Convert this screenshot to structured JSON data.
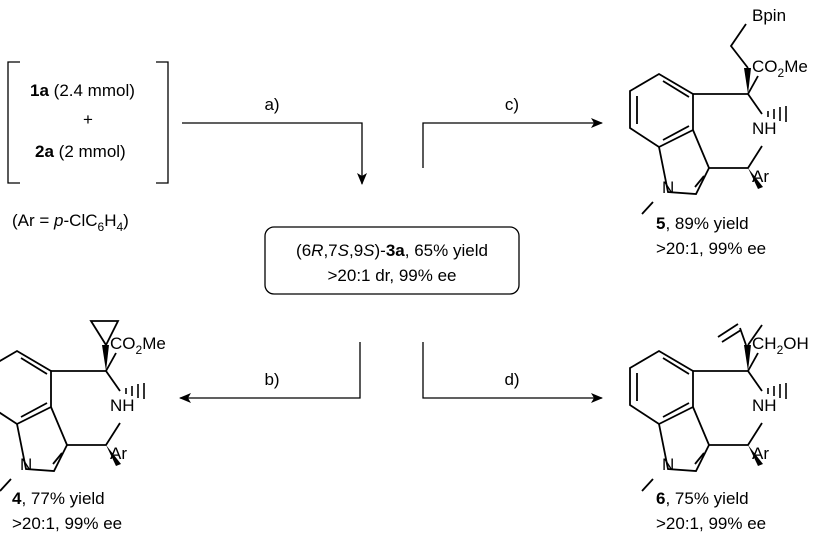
{
  "reactants": {
    "r1_id": "1a",
    "r1_amount": "(2.4 mmol)",
    "plus": "+",
    "r2_id": "2a",
    "r2_amount": "(2 mmol)",
    "ar_def_prefix": "(Ar = ",
    "ar_def_p": "p",
    "ar_def_mid": "-ClC",
    "ar_def_sub1": "6",
    "ar_def_h": "H",
    "ar_def_sub2": "4",
    "ar_def_close": ")"
  },
  "center_product": {
    "open": "(6",
    "s1": "R",
    "c1": ",7",
    "s2": "S",
    "c2": ",9",
    "s3": "S",
    "close": ")-",
    "id": "3a",
    "yield": ", 65% yield",
    "line2": ">20:1 dr, 99% ee"
  },
  "arrows": {
    "a": "a)",
    "b": "b)",
    "c": "c)",
    "d": "d)"
  },
  "products": {
    "p5": {
      "id": "5",
      "yield": ", 89% yield",
      "sel": ">20:1, 99% ee",
      "substituent": "Bpin",
      "ester": "CO",
      "ester_sub": "2",
      "ester_end": "Me",
      "nh": "NH",
      "nme": "N",
      "ar": "Ar"
    },
    "p4": {
      "id": "4",
      "yield": ", 77% yield",
      "sel": ">20:1, 99% ee",
      "ester": "CO",
      "ester_sub": "2",
      "ester_end": "Me",
      "nh": "NH",
      "nme": "N",
      "ar": "Ar"
    },
    "p6": {
      "id": "6",
      "yield": ", 75% yield",
      "sel": ">20:1, 99% ee",
      "alc": "CH",
      "alc_sub": "2",
      "alc_end": "OH",
      "nh": "NH",
      "nme": "N",
      "ar": "Ar"
    }
  }
}
